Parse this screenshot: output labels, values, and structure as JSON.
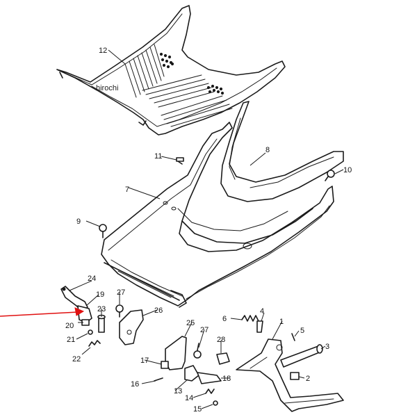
{
  "watermark": "hirochi",
  "accent_color": "#e01010",
  "callouts": {
    "c1": "1",
    "c2": "2",
    "c3": "3",
    "c4": "4",
    "c5": "5",
    "c6": "6",
    "c7": "7",
    "c8": "8",
    "c9": "9",
    "c10": "10",
    "c11": "11",
    "c12": "12",
    "c13": "13",
    "c14": "14",
    "c15": "15",
    "c16": "16",
    "c17": "17",
    "c18": "18",
    "c19": "19",
    "c20": "20",
    "c21": "21",
    "c22": "22",
    "c23": "23",
    "c24": "24",
    "c25": "25",
    "c26": "26",
    "c27a": "27",
    "c27b": "27",
    "c28": "28"
  }
}
